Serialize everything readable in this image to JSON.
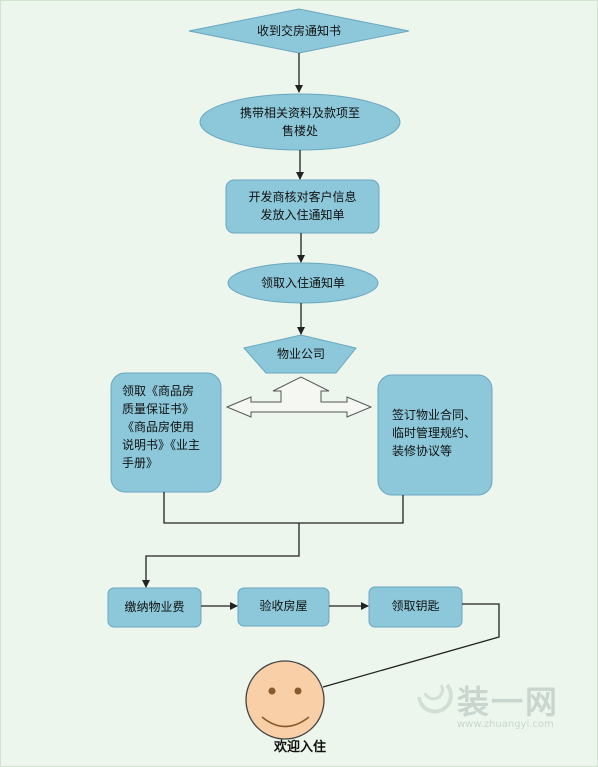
{
  "nodes": {
    "receive_notice": "收到交房通知书",
    "bring_materials": "携带相关资料及款项至\n售楼处",
    "developer_check": "开发商核对客户信息\n发放入住通知单",
    "get_notice": "领取入住通知单",
    "property_company": "物业公司",
    "get_documents": "领取《商品房\n质量保证书》\n《商品房使用\n说明书》《业主\n手册》",
    "sign_contracts": "签订物业合同、\n临时管理规约、\n装修协议等",
    "pay_fee": "缴纳物业费",
    "inspect_house": "验收房屋",
    "get_keys": "领取钥匙",
    "welcome": "欢迎入住"
  },
  "watermark": {
    "brand": "装一网",
    "domain": "www.zhuangyi.com"
  },
  "colors": {
    "shape_fill": "#8cc8da",
    "shape_stroke": "#6aa7c0",
    "line": "#222222",
    "face_fill": "#f8cfa6"
  }
}
